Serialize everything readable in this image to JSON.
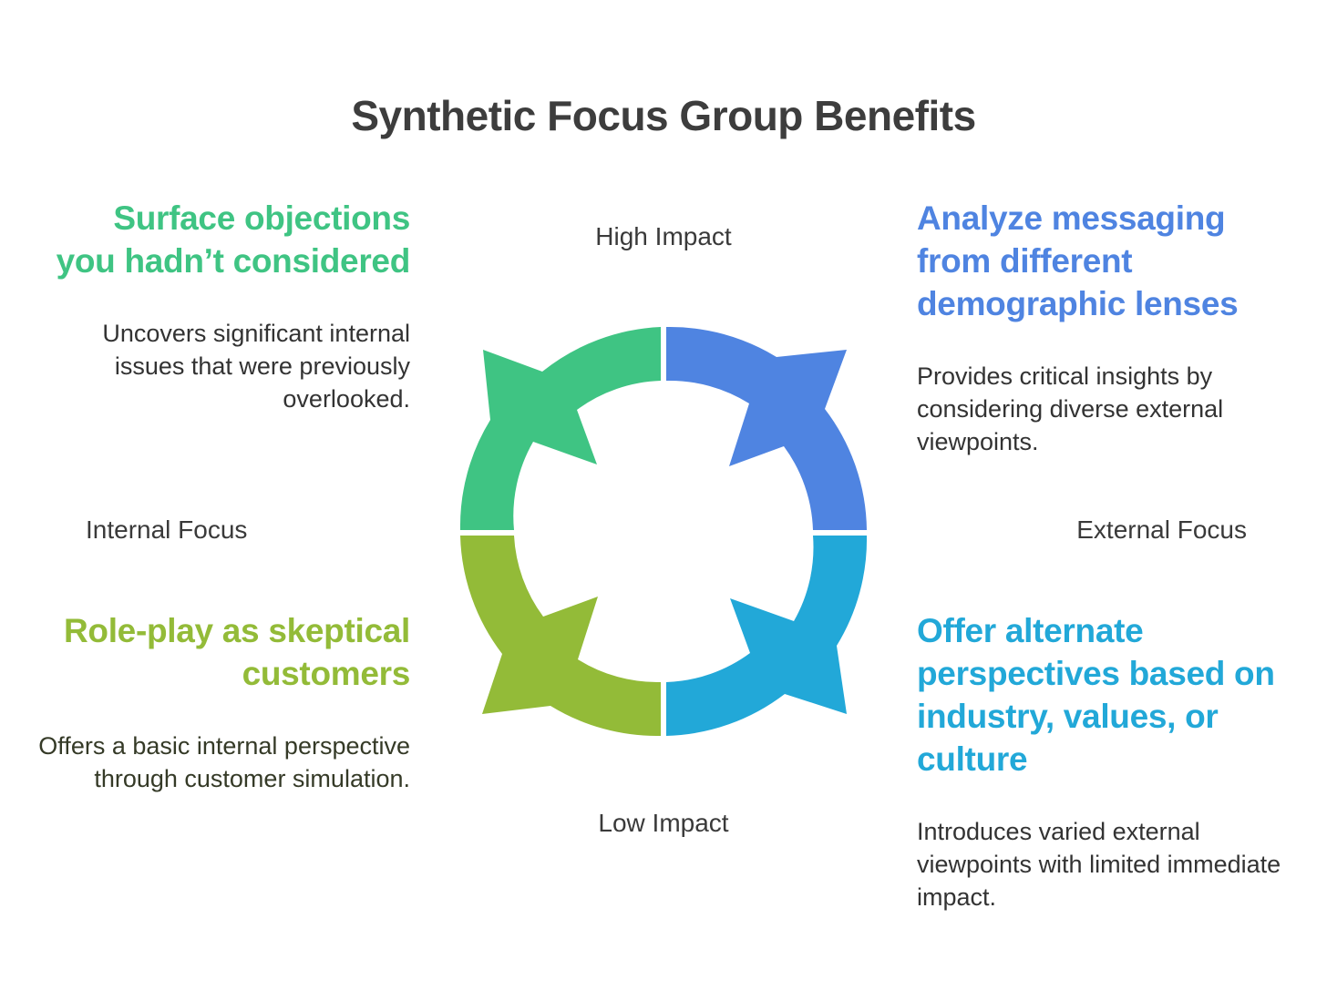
{
  "title": "Synthetic Focus Group Benefits",
  "axes": {
    "top": "High Impact",
    "bottom": "Low Impact",
    "left": "Internal Focus",
    "right": "External Focus"
  },
  "quadrants": {
    "top_left": {
      "heading": "Surface objections you hadn’t considered",
      "description": "Uncovers significant internal issues that were previously overlooked.",
      "color": "#3fc483"
    },
    "top_right": {
      "heading": "Analyze messaging from different demographic lenses",
      "description": "Provides critical insights by considering diverse external viewpoints.",
      "color": "#4f84e1"
    },
    "bottom_left": {
      "heading": "Role-play as skeptical customers",
      "description": "Offers a basic internal perspective through customer simulation.",
      "color": "#93bb38"
    },
    "bottom_right": {
      "heading": "Offer alternate perspectives based on industry, values, or culture",
      "description": "Introduces varied external viewpoints with limited immediate impact.",
      "color": "#22a8d8"
    }
  }
}
